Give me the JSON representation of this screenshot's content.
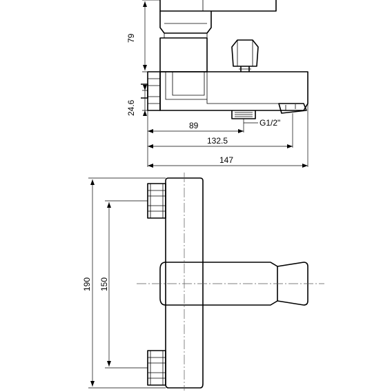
{
  "dimensions": {
    "handle_height": "79",
    "inlet_height": "24.6",
    "outlet_distance": "89",
    "spout_reach_mid": "132.5",
    "overall_length": "147",
    "overall_height": "190",
    "inlet_spacing": "150",
    "thread": "G1/2\""
  }
}
